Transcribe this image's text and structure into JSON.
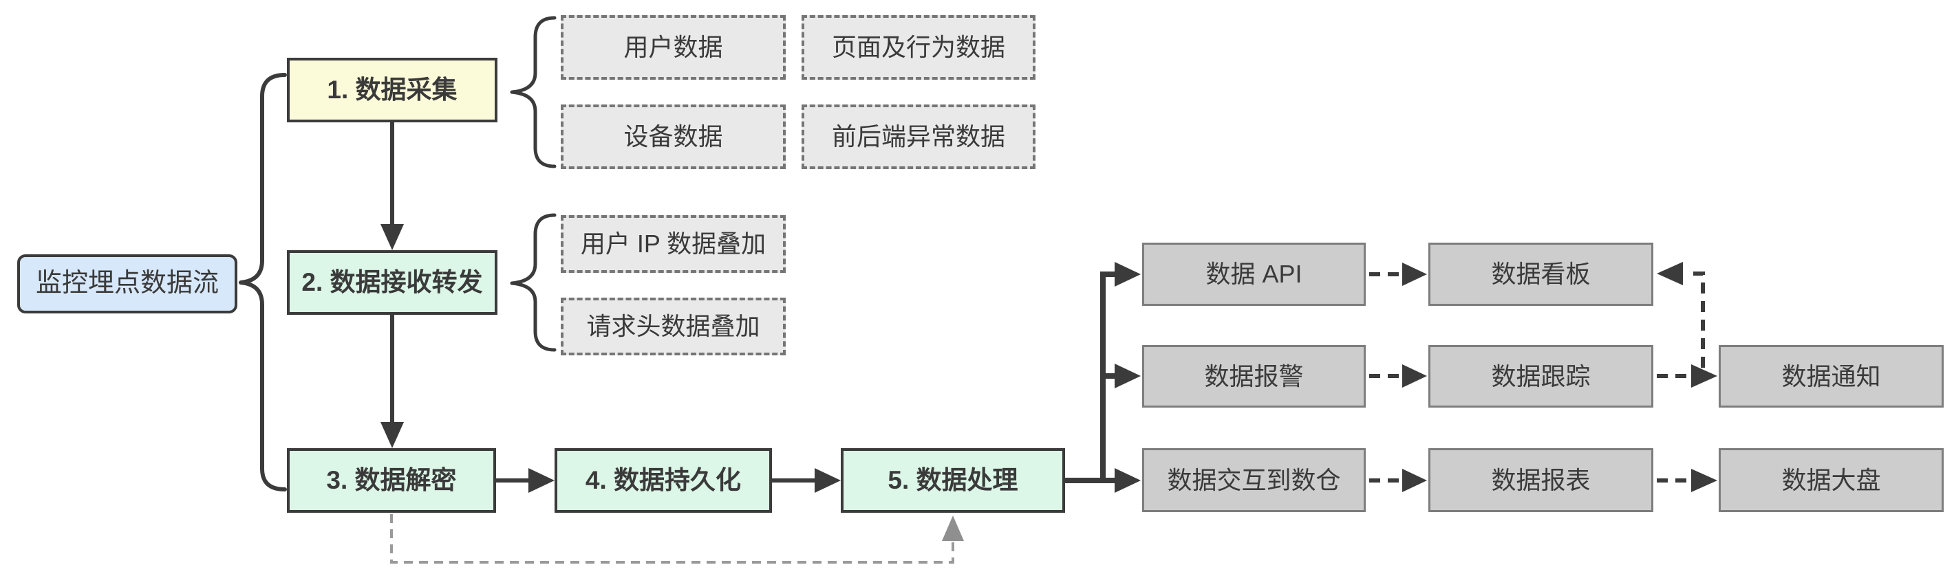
{
  "diagram": {
    "root": {
      "label": "监控埋点数据流"
    },
    "stages": {
      "collection": {
        "label": "1. 数据采集"
      },
      "relay": {
        "label": "2. 数据接收转发"
      },
      "decrypt": {
        "label": "3. 数据解密"
      },
      "persist": {
        "label": "4. 数据持久化"
      },
      "process": {
        "label": "5. 数据处理"
      }
    },
    "collection_sources": {
      "user": {
        "label": "用户数据"
      },
      "page_behavior": {
        "label": "页面及行为数据"
      },
      "device": {
        "label": "设备数据"
      },
      "fe_be_errors": {
        "label": "前后端异常数据"
      }
    },
    "relay_overlays": {
      "user_ip": {
        "label": "用户 IP 数据叠加"
      },
      "request_header": {
        "label": "请求头数据叠加"
      }
    },
    "outputs": {
      "api": {
        "label": "数据 API"
      },
      "board": {
        "label": "数据看板"
      },
      "alarm": {
        "label": "数据报警"
      },
      "trace": {
        "label": "数据跟踪"
      },
      "notify": {
        "label": "数据通知"
      },
      "warehouse": {
        "label": "数据交互到数仓"
      },
      "report": {
        "label": "数据报表"
      },
      "dashboard": {
        "label": "数据大盘"
      }
    }
  },
  "colors": {
    "root_fill": "#D7E8FA",
    "collect_fill": "#FBFAD9",
    "stage_fill": "#DCF6E7",
    "source_fill": "#E9E9E9",
    "source_border": "#757575",
    "output_fill": "#CDCDCD",
    "output_border": "#7D7D7D",
    "node_border": "#3B3B3B",
    "text": "#3A3A3A",
    "line": "#3B3B3B",
    "feedback": "#9A9A9A"
  }
}
